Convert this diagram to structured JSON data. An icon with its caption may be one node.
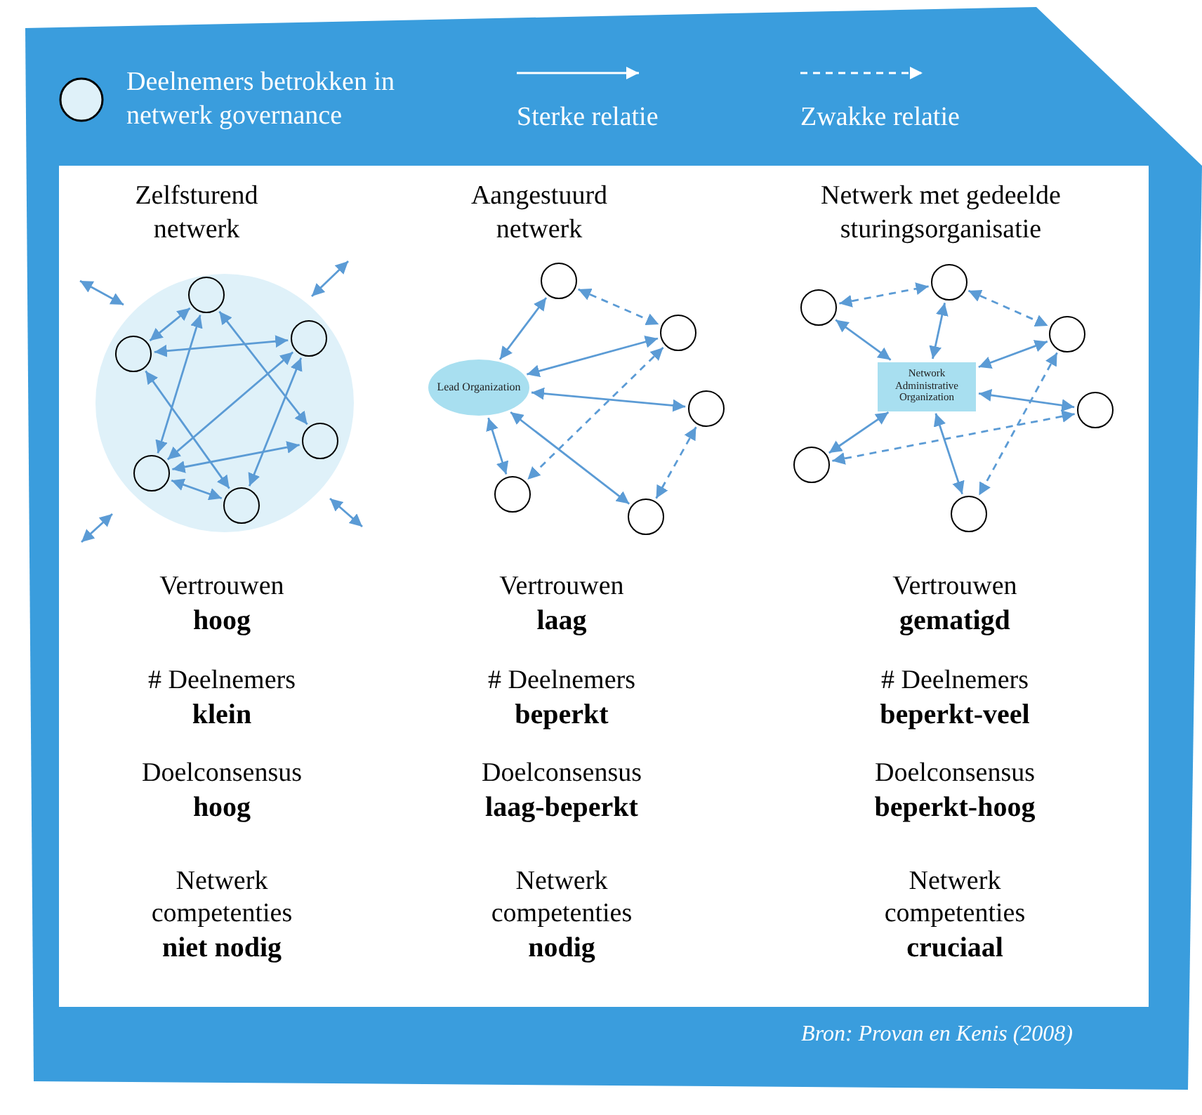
{
  "diagram": {
    "caption": "Bron: Provan en Kenis (2008)",
    "nodes": [
      {
        "text": [],
        "shape": "circle"
      },
      {
        "text": [],
        "shape": "circle",
        "in": 0
      },
      {
        "text": [],
        "shape": "circle",
        "in": 0
      },
      {
        "text": [],
        "shape": "circle",
        "in": 0
      },
      {
        "text": [],
        "shape": "circle",
        "in": 0
      },
      {
        "text": [],
        "shape": "circle",
        "in": 0
      },
      {
        "text": [],
        "shape": "circle",
        "in": 0
      },
      {
        "text": [
          "Lead Organization"
        ]
      },
      {
        "text": [],
        "shape": "circle"
      },
      {
        "text": [],
        "shape": "circle"
      },
      {
        "text": [],
        "shape": "circle"
      },
      {
        "text": [],
        "shape": "circle"
      },
      {
        "text": [],
        "shape": "circle"
      },
      {
        "text": [
          "Network Administrative Organization"
        ]
      },
      {
        "text": [],
        "shape": "circle"
      },
      {
        "text": [],
        "shape": "circle"
      },
      {
        "text": [],
        "shape": "circle"
      },
      {
        "text": [],
        "shape": "circle"
      },
      {
        "text": [],
        "shape": "circle"
      },
      {
        "text": [],
        "shape": "circle"
      }
    ],
    "edges": [
      {
        "from": 1,
        "to": 3,
        "arrow": "both"
      },
      {
        "from": 3,
        "to": 2,
        "arrow": "both"
      },
      {
        "from": 1,
        "to": 5,
        "arrow": "both"
      },
      {
        "from": 1,
        "to": 4,
        "arrow": "both"
      },
      {
        "from": 3,
        "to": 6,
        "arrow": "both"
      },
      {
        "from": 2,
        "to": 5,
        "arrow": "both"
      },
      {
        "from": 2,
        "to": 6,
        "arrow": "both"
      },
      {
        "from": 4,
        "to": 5,
        "arrow": "both"
      },
      {
        "from": 5,
        "to": 6,
        "arrow": "both"
      },
      {
        "from": 7,
        "to": 8,
        "arrow": "both"
      },
      {
        "from": 8,
        "to": 9,
        "arrow": "both",
        "style": "dashed"
      },
      {
        "from": 7,
        "to": 9,
        "arrow": "both"
      },
      {
        "from": 7,
        "to": 10,
        "arrow": "both"
      },
      {
        "from": 7,
        "to": 11,
        "arrow": "both"
      },
      {
        "from": 9,
        "to": 11,
        "arrow": "both",
        "style": "dashed"
      },
      {
        "from": 7,
        "to": 12,
        "arrow": "both"
      },
      {
        "from": 10,
        "to": 12,
        "arrow": "both",
        "style": "dashed"
      },
      {
        "from": 15,
        "to": 14,
        "arrow": "both",
        "style": "dashed"
      },
      {
        "from": 14,
        "to": 16,
        "arrow": "both",
        "style": "dashed"
      },
      {
        "from": 15,
        "to": 13,
        "arrow": "both"
      },
      {
        "from": 14,
        "to": 13,
        "arrow": "both"
      },
      {
        "from": 16,
        "to": 13,
        "arrow": "both"
      },
      {
        "from": 17,
        "to": 13,
        "arrow": "both"
      },
      {
        "from": 18,
        "to": 13,
        "arrow": "both"
      },
      {
        "from": 19,
        "to": 13,
        "arrow": "both"
      },
      {
        "from": 18,
        "to": 17,
        "arrow": "both",
        "style": "dashed"
      },
      {
        "from": 16,
        "to": 19,
        "arrow": "both",
        "style": "dashed"
      }
    ],
    "labels": [
      "Zelfsturend netwerk",
      "Aangestuurd netwerk",
      "Netwerk met gedeelde sturingsorganisatie",
      "Vertrouwen",
      "hoog",
      "Vertrouwen",
      "laag",
      "Vertrouwen",
      "gematigd",
      "# Deelnemers",
      "klein",
      "# Deelnemers",
      "beperkt",
      "# Deelnemers",
      "beperkt-veel",
      "Doelconsensus",
      "hoog",
      "Doelconsensus",
      "laag-beperkt",
      "Doelconsensus",
      "beperkt-hoog",
      "Netwerk competenties",
      "niet nodig",
      "Netwerk competenties",
      "nodig",
      "Netwerk competenties",
      "cruciaal"
    ],
    "legend": [
      {
        "text": "Deelnemers betrokken in netwerk governance"
      },
      {
        "text": "Sterke relatie"
      },
      {
        "text": "Zwakke relatie"
      }
    ]
  }
}
